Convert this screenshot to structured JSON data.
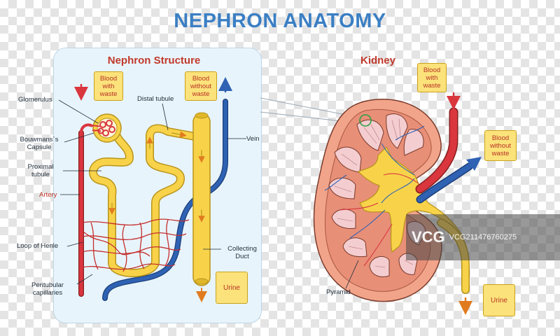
{
  "title": "NEPHRON ANATOMY",
  "nephron_panel": {
    "title": "Nephron  Structure",
    "labels": {
      "glomerulus": "Glomerulus",
      "bowmans_capsule": "Bouwmans`s Capsule",
      "proximal_tubule": "Proximal tubule",
      "artery": "Artery",
      "loop_of_henle": "Loop of Henle",
      "peritubular": "Peritubular capillaries",
      "distal_tubule": "Distal tubule",
      "vein": "Vein",
      "collecting_duct": "Collecting Duct"
    },
    "tags": {
      "blood_with_waste": "Blood with waste",
      "blood_without_waste": "Blood without waste",
      "urine": "Urine"
    }
  },
  "kidney_panel": {
    "title": "Kidney",
    "labels": {
      "pyramid": "Pyramid"
    },
    "tags": {
      "blood_with_waste": "Blood with waste",
      "blood_without_waste": "Blood without waste",
      "urine": "Urine"
    }
  },
  "watermark": {
    "logo": "VCG",
    "id": "VCG211476760275"
  },
  "colors": {
    "artery": "#d9363e",
    "vein": "#2f62b3",
    "tubule": "#f8d34a",
    "tubule_outline": "#b8941a",
    "kidney_cortex": "#f2a48a",
    "pyramid": "#f4cdd0",
    "title": "#3b7fc4"
  }
}
